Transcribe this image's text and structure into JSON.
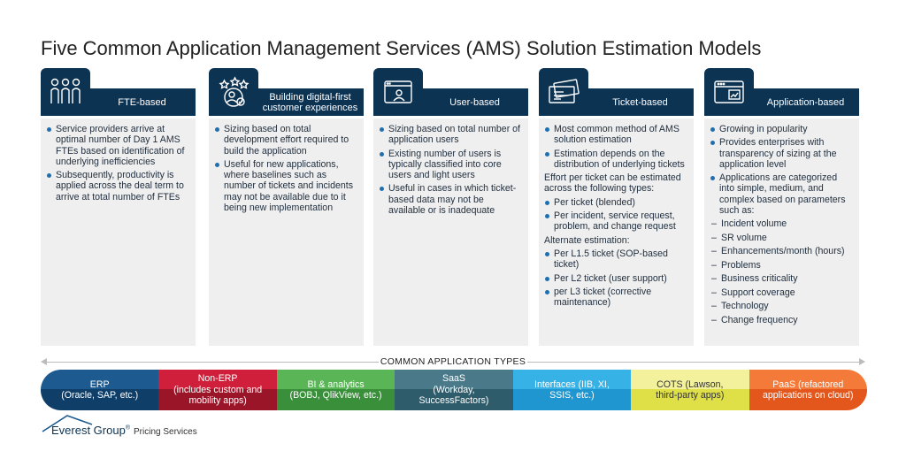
{
  "title": "Five Common Application Management Services (AMS) Solution Estimation Models",
  "columns": [
    {
      "label": "FTE-based",
      "icon": "people-icon",
      "bullets": [
        "Service providers arrive at optimal number of Day 1 AMS FTEs based on identification of underlying inefficiencies",
        "Subsequently, productivity is applied across the deal term to arrive at total number of FTEs"
      ]
    },
    {
      "label": "Building digital-first customer experiences",
      "icon": "user-stars-icon",
      "bullets": [
        "Sizing based on total development effort required to build the application",
        "Useful for new applications, where baselines such as number of tickets and incidents may not be available due to it being new implementation"
      ]
    },
    {
      "label": "User-based",
      "icon": "user-window-icon",
      "bullets": [
        "Sizing based on total number of application users",
        "Existing number of users is typically classified into core users and light users",
        "Useful in cases in which ticket-based data may not be available or is inadequate"
      ]
    },
    {
      "label": "Ticket-based",
      "icon": "ticket-icon",
      "bullets": [
        "Most common method of AMS solution estimation",
        "Estimation depends on the distribution of underlying tickets"
      ],
      "para1": "Effort per ticket can be estimated across the following types:",
      "bullets2": [
        "Per ticket (blended)",
        "Per incident, service request, problem, and change request"
      ],
      "para2": "Alternate estimation:",
      "bullets3": [
        "Per L1.5 ticket (SOP-based ticket)",
        "Per L2 ticket (user support)",
        "per L3 ticket (corrective maintenance)"
      ]
    },
    {
      "label": "Application-based",
      "icon": "app-window-icon",
      "bullets": [
        "Growing in popularity",
        "Provides enterprises with transparency of sizing at the application level",
        "Applications are categorized into simple, medium, and complex based on parameters such as:"
      ],
      "dashes": [
        "Incident volume",
        "SR volume",
        "Enhancements/month (hours)",
        "Problems",
        "Business criticality",
        "Support coverage",
        "Technology",
        "Change frequency"
      ]
    }
  ],
  "common_label": "COMMON APPLICATION TYPES",
  "types": [
    {
      "lines": [
        "ERP",
        "(Oracle, SAP, etc.)"
      ],
      "top": "#1c5a8f",
      "bottom": "#0f3f69",
      "text": "#ffffff"
    },
    {
      "lines": [
        "Non-ERP",
        "(includes custom and",
        "mobility apps)"
      ],
      "top": "#cf1f3a",
      "bottom": "#9b1528",
      "text": "#ffffff"
    },
    {
      "lines": [
        "BI & analytics",
        "(BOBJ, QlikView, etc.)"
      ],
      "top": "#59b556",
      "bottom": "#3a8f3b",
      "text": "#ffffff"
    },
    {
      "lines": [
        "SaaS",
        "(Workday,",
        "SuccessFactors)"
      ],
      "top": "#4a7a8a",
      "bottom": "#2f5c6b",
      "text": "#ffffff"
    },
    {
      "lines": [
        "Interfaces (IIB, XI,",
        "SSIS, etc.)"
      ],
      "top": "#37b2e6",
      "bottom": "#1f96cf",
      "text": "#ffffff"
    },
    {
      "lines": [
        "COTS (Lawson,",
        "third-party apps)"
      ],
      "top": "#f3f19c",
      "bottom": "#dfe048",
      "text": "#333333"
    },
    {
      "lines": [
        "PaaS (refactored",
        "applications on cloud)"
      ],
      "top": "#f47a3a",
      "bottom": "#e3561c",
      "text": "#ffffff"
    }
  ],
  "logo": {
    "brand": "Everest Group",
    "mark": "®",
    "sub": "Pricing Services"
  }
}
